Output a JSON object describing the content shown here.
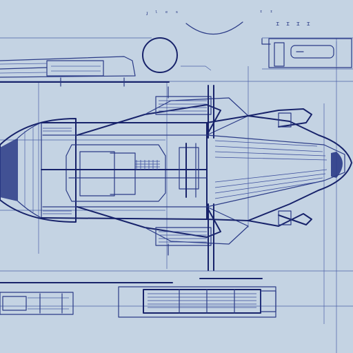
{
  "figure": {
    "paper_color": "#c4d3e3",
    "ink_color": "#2a3a86",
    "ink_dark_color": "#17226a",
    "marks": {
      "top_scribble": "ᴊ ˡ ᵉ ˢ",
      "corner_scribble": "ɪ ɪ ɪ ɪ",
      "right_scribble": "ᶦ ᶦ"
    }
  }
}
